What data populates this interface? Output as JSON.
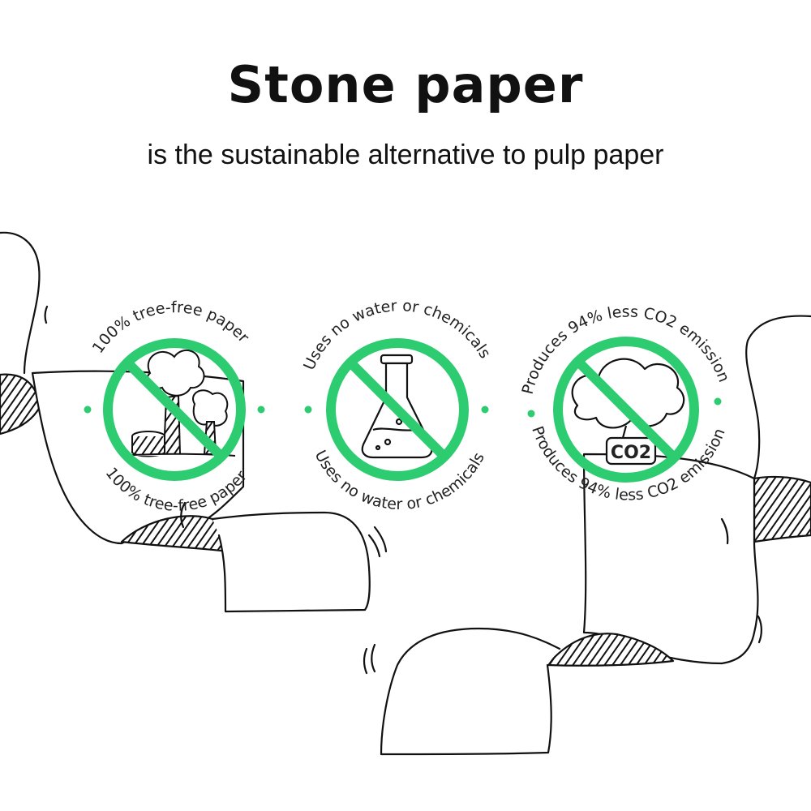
{
  "header": {
    "title": "Stone paper",
    "subtitle": "is the sustainable alternative to pulp paper"
  },
  "badges": [
    {
      "icon": "tree-stump-icon",
      "top_text": "100% tree-free paper",
      "bottom_text": "100% tree-free paper"
    },
    {
      "icon": "flask-icon",
      "top_text": "Uses no water or chemicals",
      "bottom_text": "Uses no water or chemicals"
    },
    {
      "icon": "cloud-co2-icon",
      "top_text": "Produces 94% less CO2 emission",
      "bottom_text": "Produces 94% less CO2 emission",
      "label": "CO2"
    }
  ],
  "colors": {
    "accent_green": "#2ecc71",
    "ink": "#111111",
    "background": "#ffffff"
  }
}
